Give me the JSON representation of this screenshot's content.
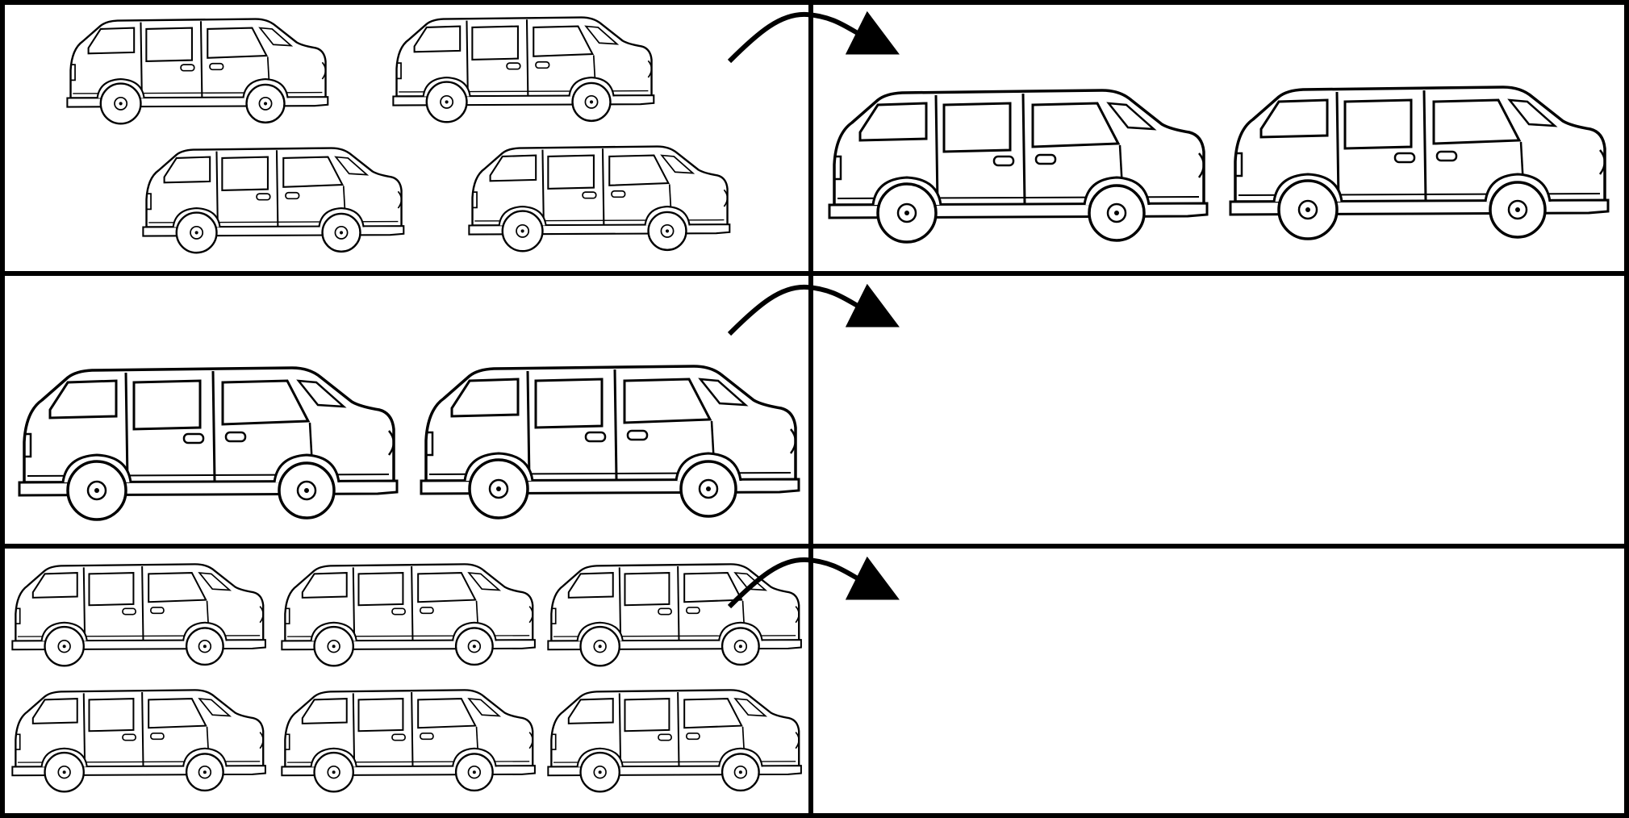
{
  "worksheet": {
    "rows": [
      {
        "input_count": 4,
        "output_count": 2
      },
      {
        "input_count": 2,
        "output_count": null
      },
      {
        "input_count": 6,
        "output_count": null
      }
    ],
    "icons": {
      "item": "minivan-icon",
      "transition": "curved-arrow-icon"
    },
    "colors": {
      "line": "#000000",
      "background": "#ffffff"
    }
  }
}
